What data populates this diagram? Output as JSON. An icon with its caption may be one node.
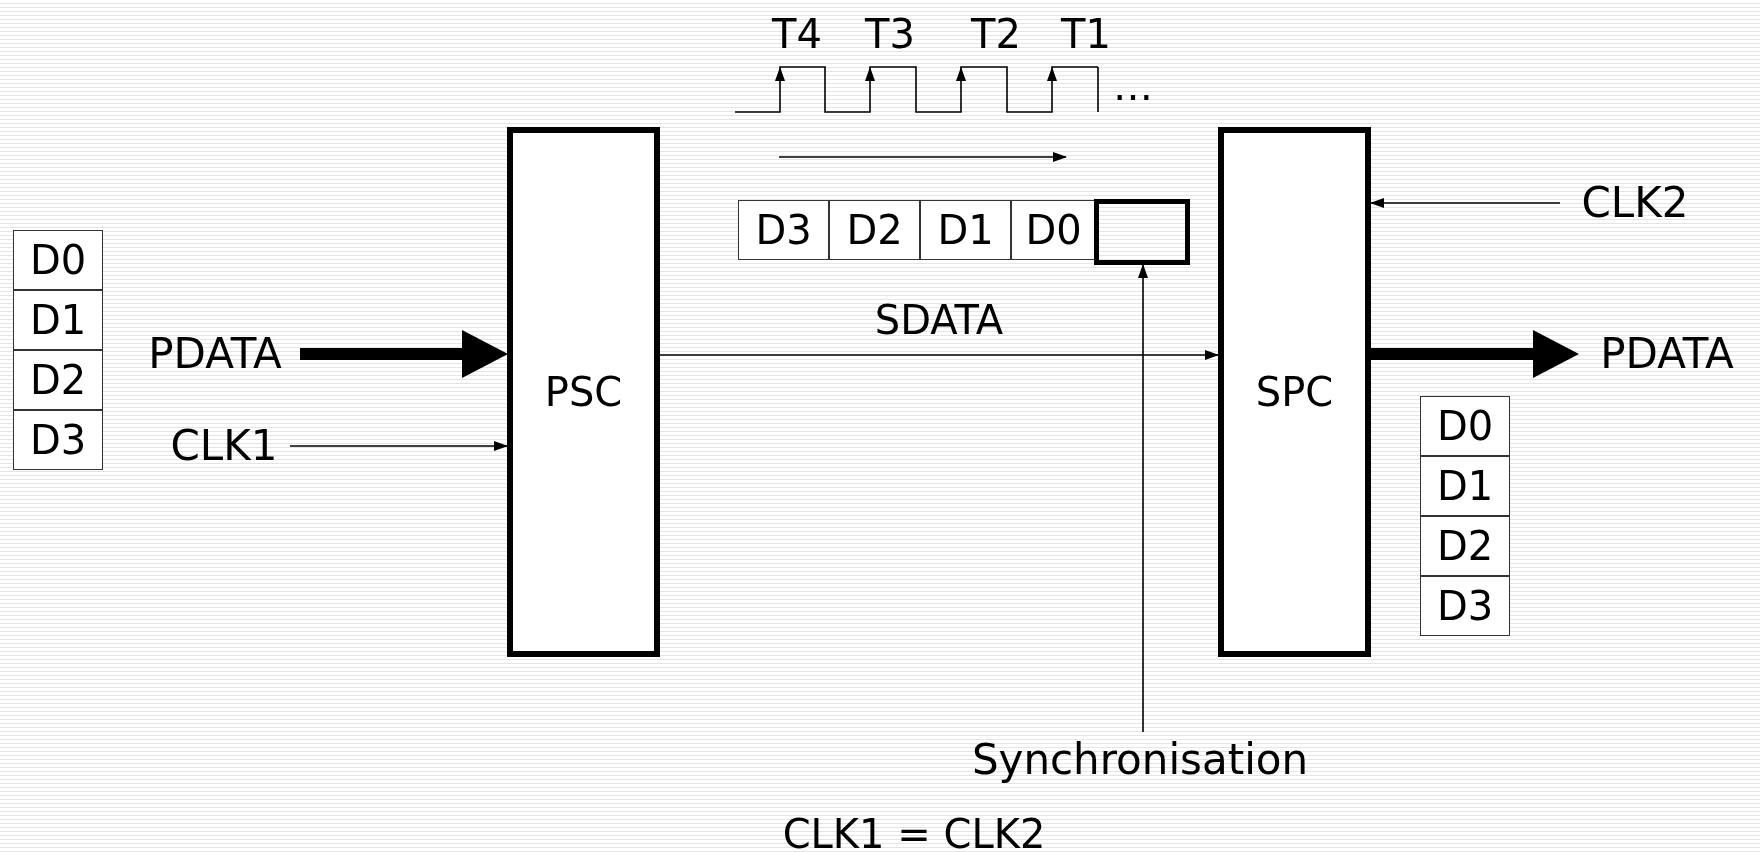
{
  "diagram": {
    "nodes": [
      {
        "text": [
          "D0"
        ]
      },
      {
        "text": [
          "D1"
        ]
      },
      {
        "text": [
          "D2"
        ]
      },
      {
        "text": [
          "D3"
        ]
      },
      {
        "text": [
          "PDATA"
        ]
      },
      {
        "text": [
          "CLK1"
        ]
      },
      {
        "text": [
          "PSC"
        ]
      },
      {
        "text": [
          "D3"
        ]
      },
      {
        "text": [
          "D2"
        ]
      },
      {
        "text": [
          "D1"
        ]
      },
      {
        "text": [
          "D0"
        ]
      },
      {
        "text": [],
        "shape": "box"
      },
      {
        "text": [
          "SPC"
        ]
      },
      {
        "text": [
          "CLK2"
        ]
      },
      {
        "text": [
          "PDATA"
        ]
      },
      {
        "text": [
          "D0"
        ]
      },
      {
        "text": [
          "D1"
        ]
      },
      {
        "text": [
          "D2"
        ]
      },
      {
        "text": [
          "D3"
        ]
      },
      {
        "text": [
          "Synchronisation"
        ]
      }
    ],
    "edges": [
      {
        "from": 4,
        "to": 6,
        "arrow": "to",
        "style": "thick"
      },
      {
        "from": 5,
        "to": 6,
        "arrow": "to"
      },
      {
        "from": 6,
        "to": 12,
        "arrow": "to",
        "label": "SDATA"
      },
      {
        "from": 13,
        "to": 12,
        "arrow": "to"
      },
      {
        "from": 12,
        "to": 14,
        "arrow": "to",
        "style": "thick"
      },
      {
        "from": 19,
        "to": 11,
        "arrow": "to"
      }
    ],
    "labels": [
      "T4",
      "T3",
      "T2",
      "T1",
      "…",
      "CLK1 = CLK2"
    ]
  }
}
